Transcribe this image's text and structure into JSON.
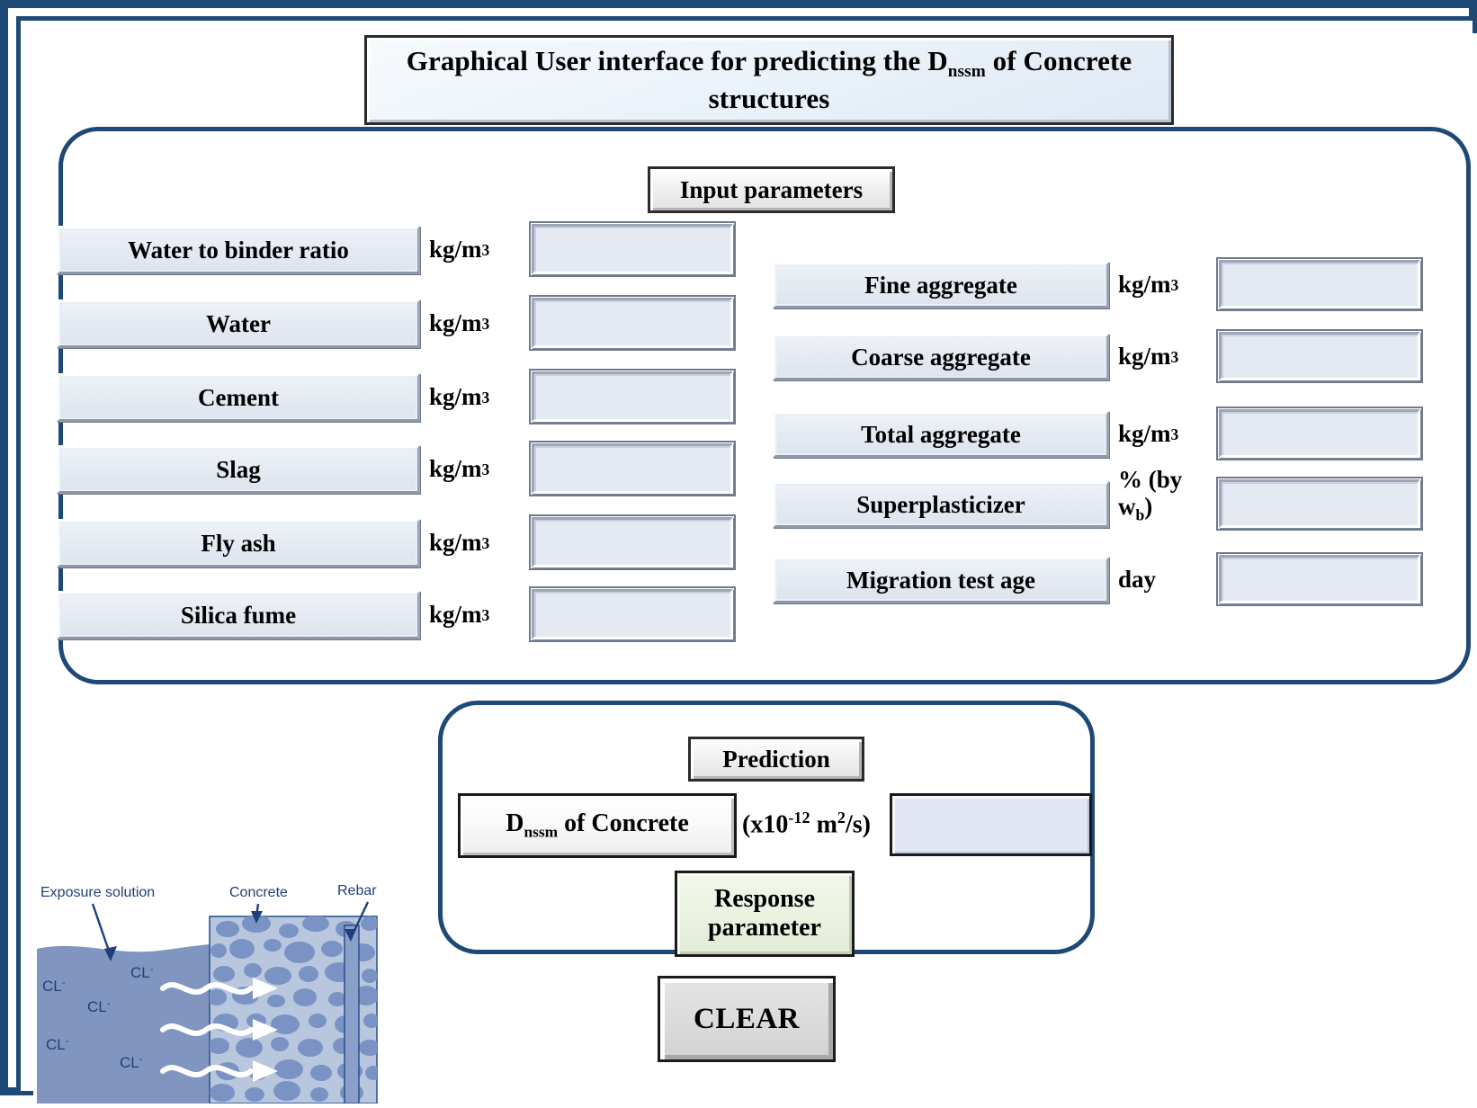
{
  "window": {
    "title_prefix": "Graphical User interface for predicting the D",
    "title_sub": "nssm",
    "title_suffix": " of Concrete structures"
  },
  "colors": {
    "frame_navy": "#1e4976",
    "field_fill": "#e4e9f2",
    "response_green": "#eaf2e0",
    "clear_gray": "#dcdcdc",
    "diagram_water": "#8096c0",
    "diagram_concrete": "#b8c6de",
    "diagram_aggregate": "#7a93c4",
    "diagram_label": "#1f3f77"
  },
  "input_section": {
    "header_label": "Input parameters",
    "left_column": [
      {
        "label": "Water to binder ratio",
        "unit": "kg/m",
        "unit_sup": "3",
        "value": ""
      },
      {
        "label": "Water",
        "unit": "kg/m",
        "unit_sup": "3",
        "value": ""
      },
      {
        "label": "Cement",
        "unit": "kg/m",
        "unit_sup": "3",
        "value": ""
      },
      {
        "label": "Slag",
        "unit": "kg/m",
        "unit_sup": "3",
        "value": ""
      },
      {
        "label": "Fly ash",
        "unit": "kg/m",
        "unit_sup": "3",
        "value": ""
      },
      {
        "label": "Silica fume",
        "unit": "kg/m",
        "unit_sup": "3",
        "value": ""
      }
    ],
    "right_column": [
      {
        "label": "Fine aggregate",
        "unit": "kg/m",
        "unit_sup": "3",
        "value": ""
      },
      {
        "label": "Coarse aggregate",
        "unit": "kg/m",
        "unit_sup": "3",
        "value": ""
      },
      {
        "label": "Total aggregate",
        "unit": "kg/m",
        "unit_sup": "3",
        "value": ""
      },
      {
        "label": "Superplasticizer",
        "unit": "% (by w",
        "unit_sub": "b",
        "unit_tail": ")",
        "value": ""
      },
      {
        "label": "Migration test age",
        "unit": "day",
        "unit_sup": "",
        "value": ""
      }
    ]
  },
  "prediction_section": {
    "header_label": "Prediction",
    "output_label_prefix": "D",
    "output_label_sub": "nssm",
    "output_label_suffix": " of Concrete",
    "output_unit_prefix": "(x10",
    "output_unit_sup1": "-12",
    "output_unit_mid": " m",
    "output_unit_sup2": "2",
    "output_unit_tail": "/s)",
    "output_value": "",
    "response_line1": "Response",
    "response_line2": "parameter"
  },
  "actions": {
    "clear_label": "CLEAR"
  },
  "diagram": {
    "label_exposure": "Exposure solution",
    "label_concrete": "Concrete",
    "label_rebar": "Rebar",
    "ion_label": "CL",
    "ion_charge": "-"
  }
}
